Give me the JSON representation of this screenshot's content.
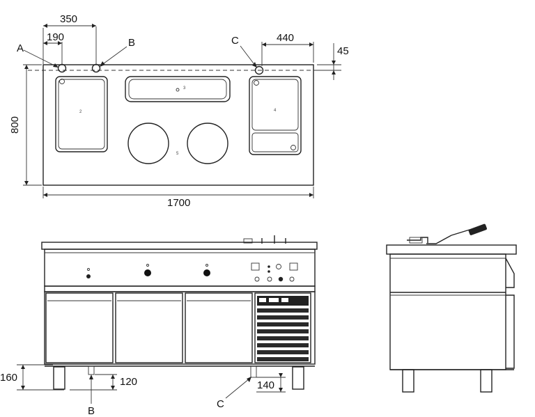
{
  "dimensions": {
    "d350": "350",
    "d190": "190",
    "d440": "440",
    "d45": "45",
    "d800": "800",
    "d1700": "1700",
    "d160": "160",
    "d120": "120",
    "d140": "140"
  },
  "markers": {
    "a": "A",
    "b_top": "B",
    "c_top": "C",
    "b_bottom": "B",
    "c_bottom": "C"
  },
  "tiny_labels": {
    "well2": "2",
    "well3": "3",
    "well4": "4",
    "hob": "5"
  }
}
